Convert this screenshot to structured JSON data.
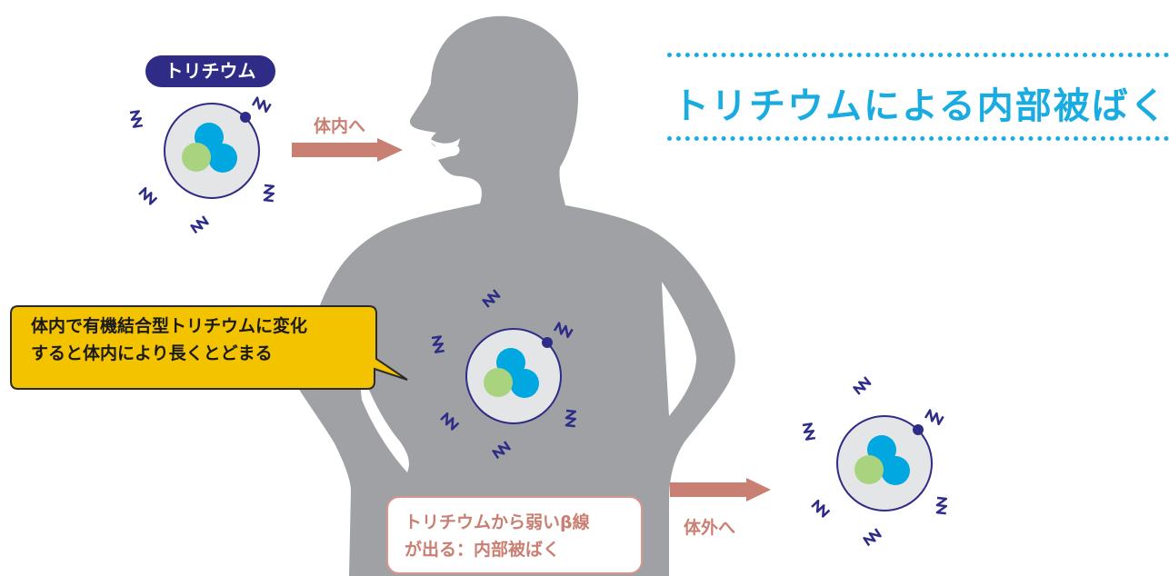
{
  "title": "トリチウムによる内部被ばく",
  "atom_label": "トリチウム",
  "arrow_in_label": "体内へ",
  "arrow_out_label": "体外へ",
  "callout": {
    "line1": "体内で有機結合型トリチウムに変化",
    "line2": "すると体内により長くとどまる"
  },
  "beta_box": {
    "line1": "トリチウムから弱いβ線",
    "line2": "が出る：内部被ばく"
  },
  "colors": {
    "silhouette": "#a0a1a4",
    "title_blue": "#1aace0",
    "navy": "#2e2c86",
    "arrow": "#c97f72",
    "callout_fill": "#f3c300",
    "proton": "#00a7e1",
    "neutron": "#a9d37f",
    "atom_bg": "#e4e5e7"
  }
}
